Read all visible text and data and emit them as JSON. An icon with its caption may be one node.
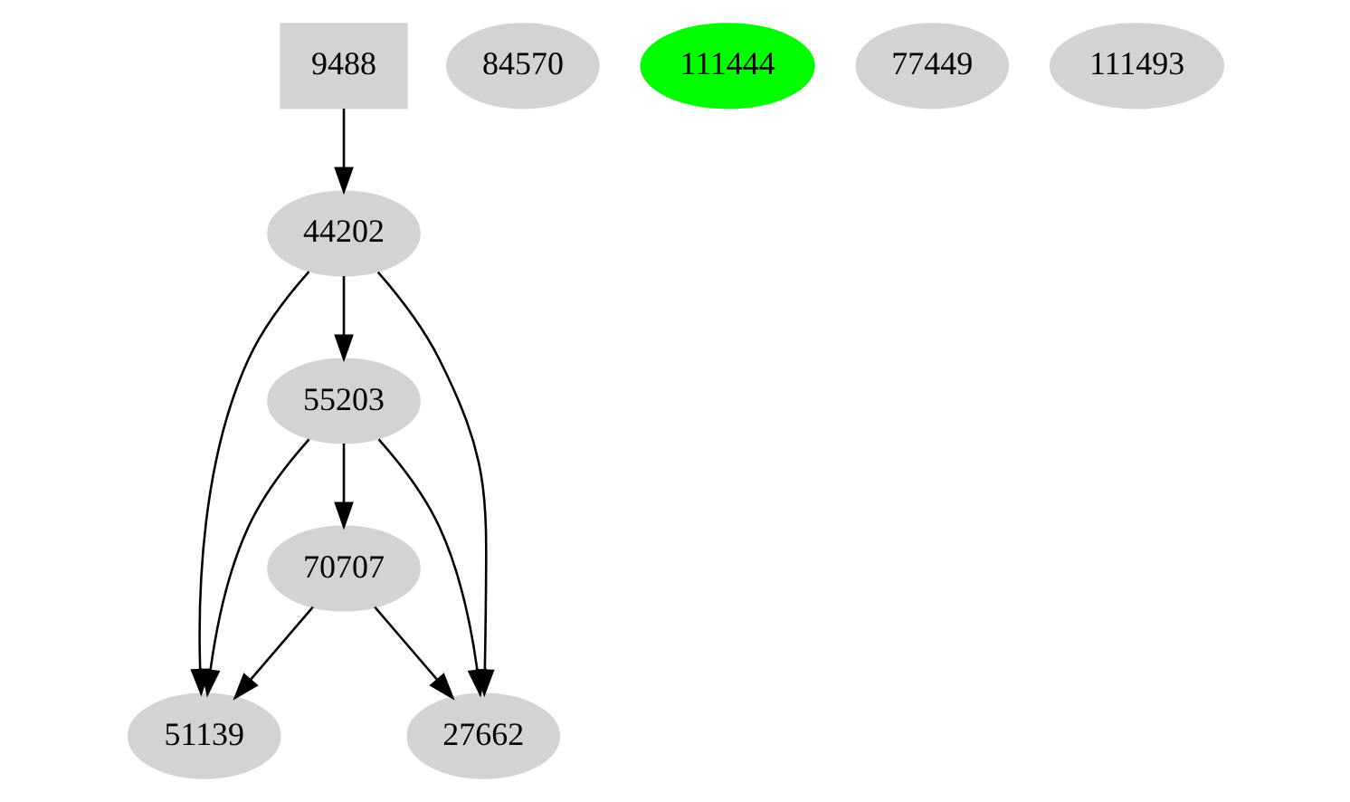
{
  "diagram": {
    "nodes": [
      {
        "text": [
          "9488"
        ]
      },
      {
        "text": [
          "84570"
        ]
      },
      {
        "text": [
          "111444"
        ]
      },
      {
        "text": [
          "77449"
        ]
      },
      {
        "text": [
          "111493"
        ]
      },
      {
        "text": [
          "44202"
        ]
      },
      {
        "text": [
          "55203"
        ]
      },
      {
        "text": [
          "70707"
        ]
      },
      {
        "text": [
          "51139"
        ]
      },
      {
        "text": [
          "27662"
        ]
      }
    ],
    "edges": [
      {
        "from": 0,
        "to": 5,
        "arrow": "to"
      },
      {
        "from": 5,
        "to": 8,
        "arrow": "to"
      },
      {
        "from": 5,
        "to": 6,
        "arrow": "to"
      },
      {
        "from": 5,
        "to": 9,
        "arrow": "to"
      },
      {
        "from": 6,
        "to": 8,
        "arrow": "to"
      },
      {
        "from": 6,
        "to": 7,
        "arrow": "to"
      },
      {
        "from": 6,
        "to": 9,
        "arrow": "to"
      },
      {
        "from": 7,
        "to": 8,
        "arrow": "to"
      },
      {
        "from": 7,
        "to": 9,
        "arrow": "to"
      }
    ]
  }
}
